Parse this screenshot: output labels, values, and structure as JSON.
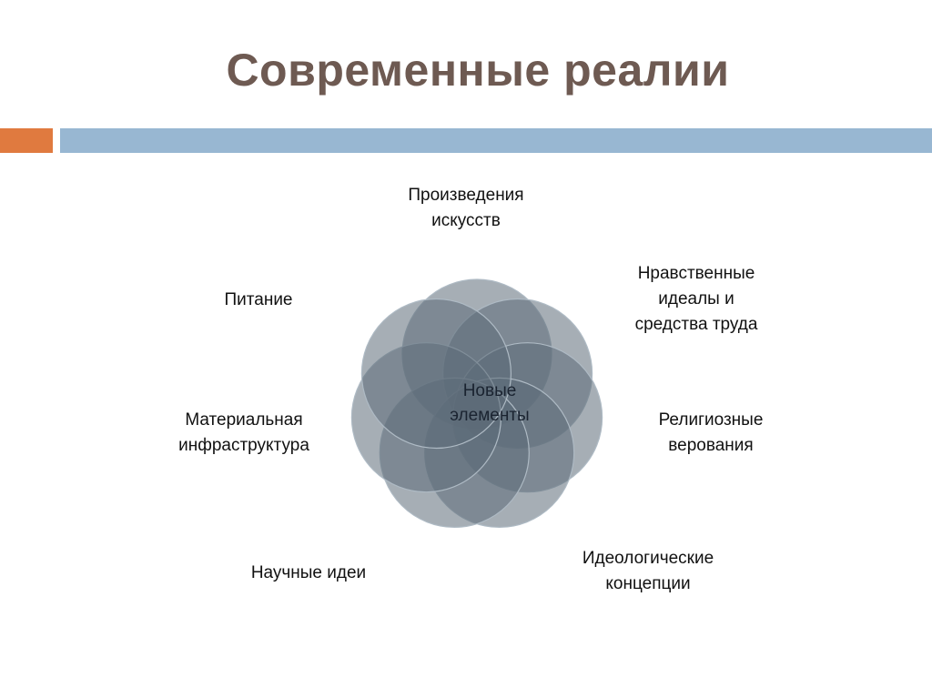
{
  "slide": {
    "title": "Современные реалии"
  },
  "colors": {
    "title": "#6e5a52",
    "accent_bar": "#e07a3f",
    "main_bar": "#98b7d2",
    "circle_fill": "#5c6b78",
    "circle_stroke": "#aebac4"
  },
  "diagram": {
    "center": {
      "line1": "Новые",
      "line2": "элементы"
    },
    "labels": [
      {
        "line1": "Произведения",
        "line2": "искусств"
      },
      {
        "line1": "Нравственные",
        "line2": "идеалы и",
        "line3": "средства труда"
      },
      {
        "line1": "Религиозные",
        "line2": "верования"
      },
      {
        "line1": "Идеологические",
        "line2": "концепции"
      },
      {
        "line1": "Научные идеи"
      },
      {
        "line1": "Материальная",
        "line2": "инфраструктура"
      },
      {
        "line1": "Питание"
      }
    ]
  }
}
